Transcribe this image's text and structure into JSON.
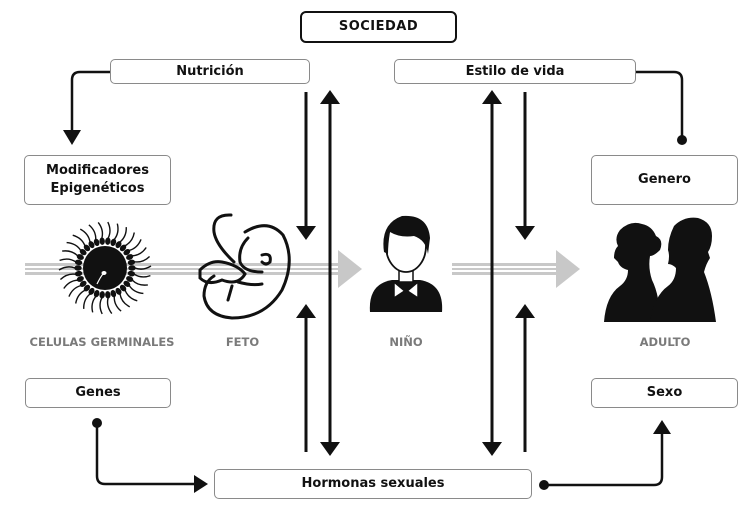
{
  "diagram": {
    "title_box": "SOCIEDAD",
    "top_boxes": {
      "nutrition": "Nutrición",
      "lifestyle": "Estilo de vida"
    },
    "side_boxes": {
      "epigenetic": "Modificadores Epigenéticos",
      "gender": "Genero",
      "genes": "Genes",
      "sex": "Sexo"
    },
    "bottom_box": "Hormonas sexuales",
    "stages": [
      {
        "label": "CELULAS GERMINALES",
        "icon": "germ-cells-icon"
      },
      {
        "label": "FETO",
        "icon": "fetus-icon"
      },
      {
        "label": "NIÑO",
        "icon": "child-icon"
      },
      {
        "label": "ADULTO",
        "icon": "adult-couple-icon"
      }
    ],
    "colors": {
      "line": "#111111",
      "flow_arrow": "#c8c8c8",
      "box_border": "#8a8a8a",
      "stage_label": "#7a7a7a"
    }
  }
}
